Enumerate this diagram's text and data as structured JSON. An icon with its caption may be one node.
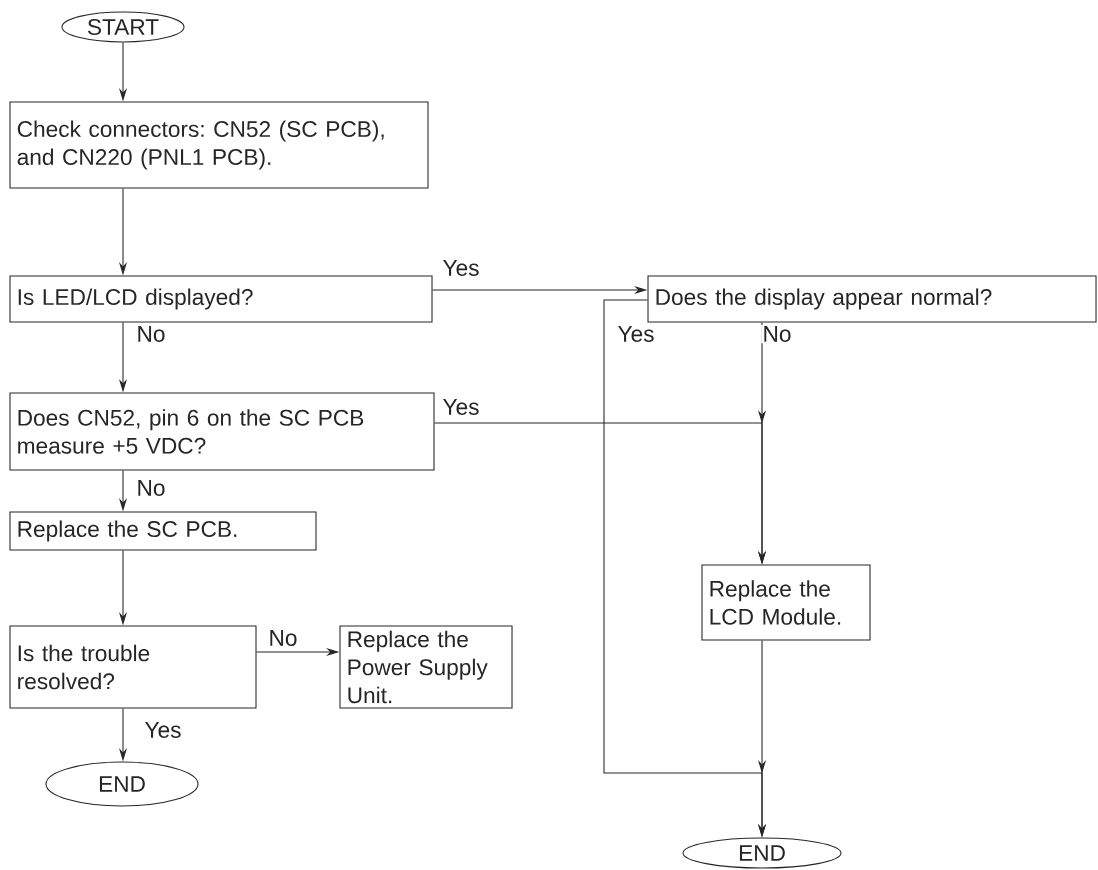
{
  "diagram": {
    "nodes": [
      {
        "text": [
          "START"
        ]
      },
      {
        "text": [
          "Check connectors: CN52 (SC PCB), and CN220 (PNL1 PCB)."
        ]
      },
      {
        "text": [
          "Is LED/LCD displayed?"
        ]
      },
      {
        "text": [
          "Does the display appear normal?"
        ]
      },
      {
        "text": [
          "Does CN52, pin 6 on the SC PCB measure +5 VDC?"
        ]
      },
      {
        "text": [
          "Replace the SC PCB."
        ]
      },
      {
        "text": [
          "Is the trouble resolved?"
        ]
      },
      {
        "text": [
          "Replace the Power Supply Unit."
        ]
      },
      {
        "text": [
          "END"
        ]
      },
      {
        "text": [
          "Replace the LCD Module."
        ]
      },
      {
        "text": [
          "END"
        ]
      }
    ],
    "edges": [
      {
        "from": 0,
        "to": 1,
        "arrow": "to"
      },
      {
        "from": 1,
        "to": 2,
        "arrow": "to"
      },
      {
        "from": 2,
        "to": 3,
        "arrow": "to",
        "label": "Yes"
      },
      {
        "from": 2,
        "to": 4,
        "arrow": "to",
        "label": "No"
      },
      {
        "from": 3,
        "to": 9,
        "arrow": "to",
        "label": "No"
      },
      {
        "from": 3,
        "to": 10,
        "arrow": "to",
        "label": "Yes"
      },
      {
        "from": 4,
        "to": 9,
        "arrow": "to",
        "label": "Yes"
      },
      {
        "from": 4,
        "to": 5,
        "arrow": "to",
        "label": "No"
      },
      {
        "from": 5,
        "to": 6,
        "arrow": "to"
      },
      {
        "from": 6,
        "to": 7,
        "arrow": "to",
        "label": "No"
      },
      {
        "from": 6,
        "to": 8,
        "arrow": "to",
        "label": "Yes"
      },
      {
        "from": 9,
        "to": 10,
        "arrow": "to"
      }
    ]
  }
}
